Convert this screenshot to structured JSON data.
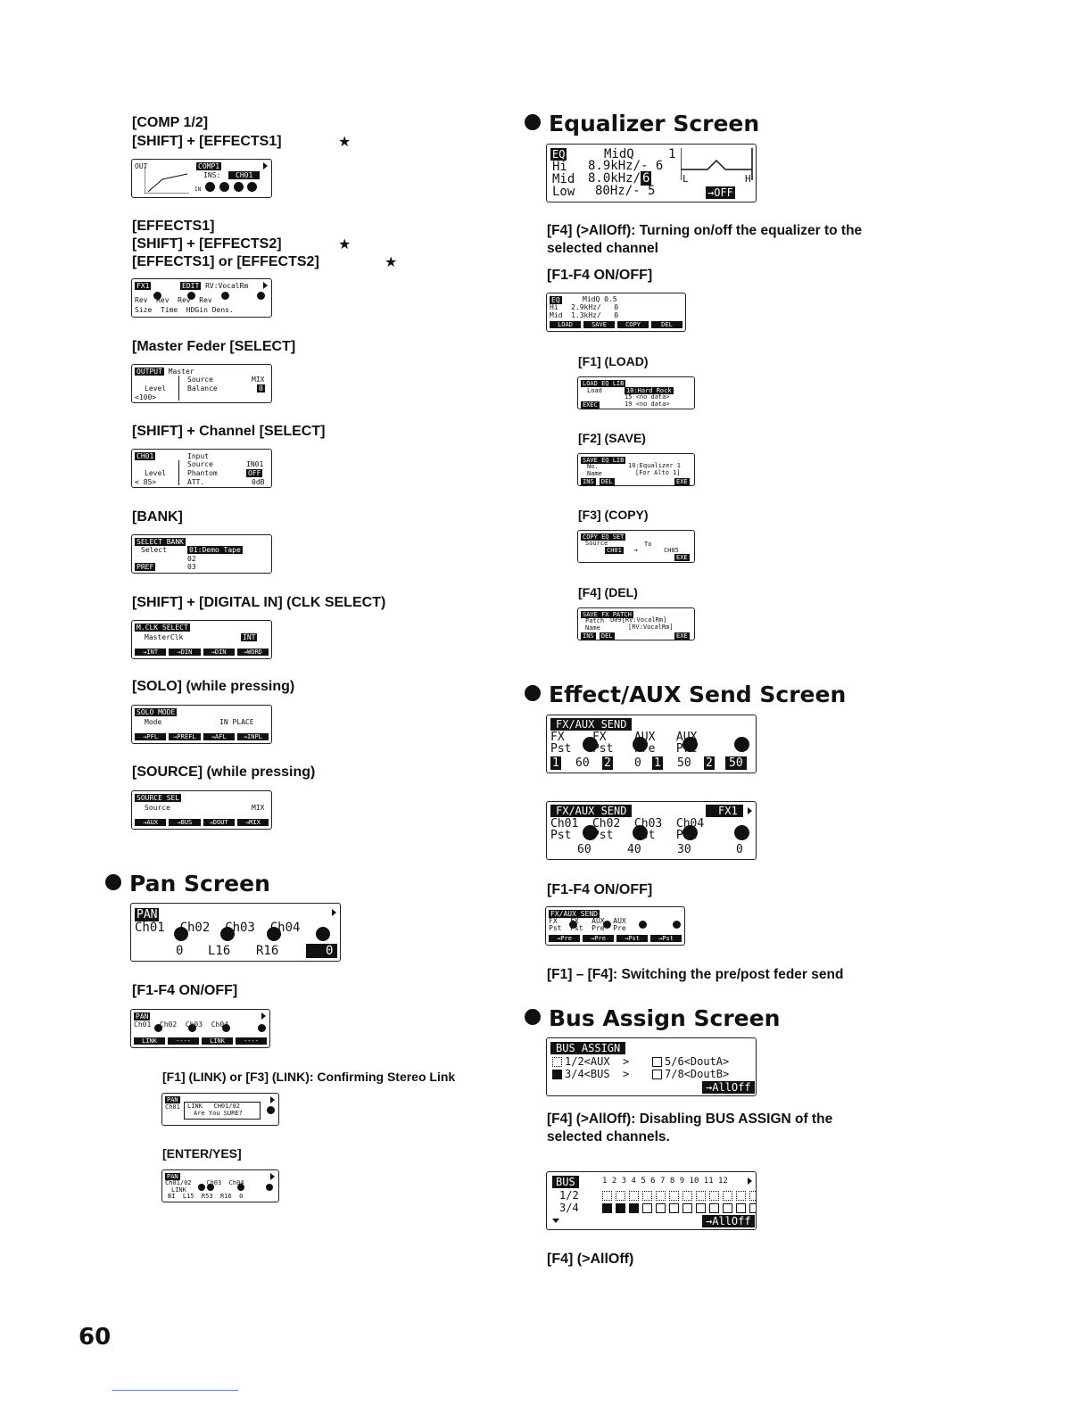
{
  "left": {
    "comp_label_1": "[COMP 1/2]",
    "comp_label_2": "[SHIFT] + [EFFECTS1]",
    "star": "★",
    "comp_lcd": {
      "out": "OUT",
      "comp": "COMP1",
      "ins": "INS:",
      "ch": "CH01",
      "in": "IN"
    },
    "eff_label_1": "[EFFECTS1]",
    "eff_label_2": "[SHIFT] + [EFFECTS2]",
    "eff_label_3": "[EFFECTS1] or [EFFECTS2]",
    "eff_lcd": {
      "fx": "FX1",
      "edit": "EDIT",
      "name": "RV:VocalRm",
      "row1": "Rev  Rev  Rev  Rev",
      "row2": "Size  Time  HDGin Dens."
    },
    "master_label": "[Master Feder [SELECT]",
    "master_lcd": {
      "tag": "OUTPUT",
      "name": "Master",
      "src": "Source",
      "mix": "MIX",
      "lev": "Level",
      "bal": "Balance",
      "val": "<100>",
      "bv": "0"
    },
    "chsel_label": "[SHIFT] + Channel [SELECT]",
    "chsel_lcd": {
      "tag": "CH01",
      "input": "Input",
      "src": "Source",
      "in01": "IN01",
      "lev": "Level",
      "ph": "Phantom",
      "off": "OFF",
      "att": "ATT.",
      "db": "0dB",
      "val": "< 85>"
    },
    "bank_label": "[BANK]",
    "bank_lcd": {
      "tag": "SELECT BANK",
      "sel": "Select",
      "b1": "01:Demo Tape",
      "b2": "02",
      "b3": "03",
      "pref": "PREF"
    },
    "clk_label": "[SHIFT] + [DIGITAL IN] (CLK SELECT)",
    "clk_lcd": {
      "tag": "M.CLK SELECT",
      "mc": "MasterClk",
      "v": "INT",
      "f": [
        "→INT",
        "→DIN",
        "→DIN",
        "→WORD"
      ]
    },
    "solo_label": "[SOLO] (while pressing)",
    "solo_lcd": {
      "tag": "SOLO MODE",
      "mode": "Mode",
      "val": "IN PLACE",
      "f": [
        "→PFL",
        "→PREFL",
        "→AFL",
        "→INPL"
      ]
    },
    "source_label": "[SOURCE] (while pressing)",
    "source_lcd": {
      "tag": "SOURCE SEL",
      "src": "Source",
      "mix": "MIX",
      "f": [
        "→AUX",
        "→BUS",
        "→DOUT",
        "→MIX"
      ]
    },
    "pan_heading": "Pan Screen",
    "pan_lcd": {
      "tag": "PAN",
      "row1": "Ch01  Ch02  Ch03  Ch04",
      "v1": "0",
      "v2": "L16",
      "v3": "R16",
      "v4": "0"
    },
    "pan_onoff_label": "[F1-F4 ON/OFF]",
    "pan2_lcd": {
      "tag": "PAN",
      "row1": "Ch01  Ch02  Ch03  Ch04",
      "f": [
        "LINK",
        "----",
        "LINK",
        "----"
      ]
    },
    "link_note": "[F1] (LINK) or [F3] (LINK): Confirming Stereo Link",
    "link_lcd": {
      "tag": "PAN",
      "ch": "Ch01",
      "msg1": "LINK   CH01/02",
      "msg2": "Are You SURE?"
    },
    "enter_label": "[ENTER/YES]",
    "enter_lcd": {
      "tag": "PAN",
      "row1": "Ch01/02    Ch03  Ch04",
      "link": "LINK",
      "row2": "BI  L15  R53  R16  0"
    }
  },
  "right": {
    "eq_heading": "Equalizer Screen",
    "eq_lcd": {
      "tag": "EQ",
      "midq": "MidQ",
      "midq_v": "1",
      "hi": "Hi",
      "hi_v": "8.9kHz/- 6",
      "mid": "Mid",
      "mid_v": "8.0kHz/",
      "mid_b": "6",
      "low": "Low",
      "low_v": "80Hz/- 5",
      "l": "L",
      "h": "H",
      "off": "→OFF"
    },
    "eq_note": "[F4] (>AllOff): Turning on/off the equalizer to the selected channel",
    "eq_onoff_label": "[F1-F4 ON/OFF]",
    "eq2_lcd": {
      "tag": "EQ",
      "row1": "MidQ 0.5",
      "row2": "Hi   2.9kHz/   0",
      "row3": "Mid  1.3kHz/   0",
      "f": [
        "LOAD",
        "SAVE",
        "COPY",
        "DEL"
      ]
    },
    "load_label": "[F1] (LOAD)",
    "load_lcd": {
      "tag": "LOAD EQ LIB",
      "load": "Load",
      "sel": "10:Hard Rock",
      "r2": "15 <no data>",
      "r3": "19 <no data>",
      "ex": "EXEC"
    },
    "save_label": "[F2] (SAVE)",
    "save_lcd": {
      "tag": "SAVE EQ LIB",
      "no": "No.",
      "noval": "10:Equalizer 1",
      "name": "Name",
      "nv": "[For Alto 1]",
      "f": [
        "INS",
        "DEL",
        "EXE"
      ]
    },
    "copy_label": "[F3] (COPY)",
    "copy_lcd": {
      "tag": "COPY EQ SET",
      "src": "Source",
      "to": "To",
      "from": "CH01",
      "dest": "CH05",
      "ex": "EXE"
    },
    "del_label": "[F4] (DEL)",
    "del_lcd": {
      "tag": "SAVE FX PATCH",
      "patch": "Patch",
      "pv": "U09[RV:VocalRm]",
      "name": "Name",
      "nv": "[RV:VocalRm]",
      "f": [
        "INS",
        "DEL",
        "EXE"
      ]
    },
    "aux_heading": "Effect/AUX Send Screen",
    "aux1_lcd": {
      "tag": "FX/AUX SEND",
      "row1": "FX    FX    AUX   AUX",
      "row2": "Pst   Pst   Pre   Pre",
      "v": [
        "60",
        "0",
        "50",
        "50"
      ],
      "n": [
        "1",
        "2",
        "1",
        "2"
      ]
    },
    "aux2_lcd": {
      "tag": "FX/AUX SEND",
      "fx": "FX1",
      "row1": "Ch01  Ch02  Ch03  Ch04",
      "row2": "Pst   Pst   Pst   Pst",
      "v": [
        "60",
        "40",
        "30",
        "0"
      ]
    },
    "aux_onoff_label": "[F1-F4 ON/OFF]",
    "aux3_lcd": {
      "tag": "FX/AUX SEND",
      "row1": "FX   FX   AUX  AUX",
      "row2": "Pst  Pst  Pre  Pre",
      "f": [
        "→Pre",
        "→Pre",
        "→Pst",
        "→Pst"
      ]
    },
    "aux_note": "[F1] – [F4]: Switching the pre/post feder send",
    "bus_heading": "Bus Assign Screen",
    "bus_lcd": {
      "tag": "BUS ASSIGN",
      "r1a": "1/2<AUX  >",
      "r1b": "5/6<DoutA>",
      "r2a": "3/4<BUS  >",
      "r2b": "7/8<DoutB>",
      "btn": "→AllOff"
    },
    "bus_note": "[F4] (>AllOff): Disabling BUS ASSIGN of the selected channels.",
    "bus2_lcd": {
      "tag": "BUS",
      "nums": "1 2 3 4 5 6 7 8 9 10 11 12",
      "r1": "1/2",
      "r2": "3/4",
      "btn": "→AllOff"
    },
    "alloff_label": "[F4] (>AllOff)"
  },
  "page_number": "60"
}
